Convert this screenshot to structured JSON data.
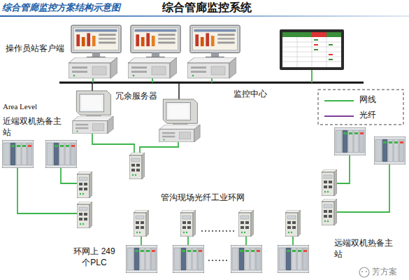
{
  "diagram": {
    "title": "综合管廊监控方案结构示意图",
    "nodes": [
      {
        "text": [
          "管沟现场光纤工业环网"
        ]
      }
    ],
    "labels": [
      "综合管廊监控系统",
      "操作员站客户端",
      "冗余服务器",
      "监控中心",
      "Area Level",
      "近端双机热备主站",
      "环网上 249个PLC",
      "远端双机热备主站",
      "芳方案"
    ],
    "legend": [
      {
        "text": "网线"
      },
      {
        "text": "光纤"
      }
    ]
  }
}
